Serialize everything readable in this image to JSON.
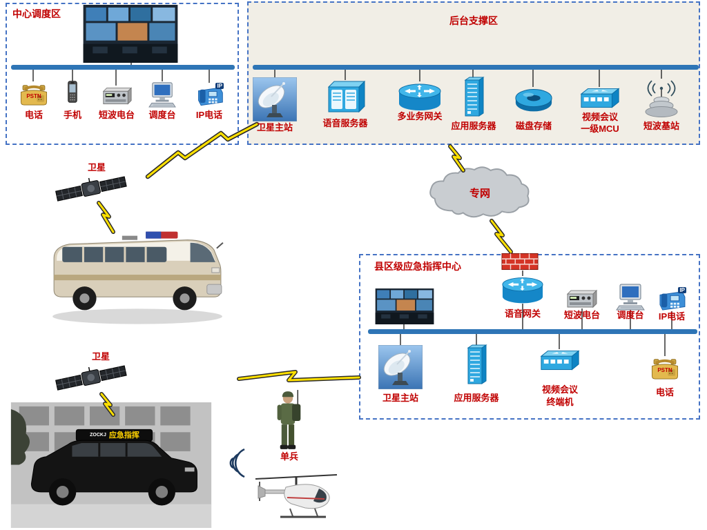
{
  "zones": {
    "central": {
      "title": "中心调度区",
      "devices": [
        {
          "label": "电话"
        },
        {
          "label": "手机"
        },
        {
          "label": "短波电台"
        },
        {
          "label": "调度台"
        },
        {
          "label": "IP电话"
        }
      ]
    },
    "backend": {
      "title": "后台支撑区",
      "devices": [
        {
          "label": "卫星主站"
        },
        {
          "label": "语音服务器"
        },
        {
          "label": "多业务网关"
        },
        {
          "label": "应用服务器"
        },
        {
          "label": "磁盘存储"
        },
        {
          "label": "视频会议",
          "label2": "一级MCU"
        },
        {
          "label": "短波基站"
        }
      ]
    },
    "county": {
      "title": "县区级应急指挥中心",
      "top_devices": [
        {
          "label": "语音网关"
        },
        {
          "label": "短波电台"
        },
        {
          "label": "调度台"
        },
        {
          "label": "IP电话"
        }
      ],
      "bottom_devices": [
        {
          "label": "卫星主站"
        },
        {
          "label": "应用服务器"
        },
        {
          "label": "视频会议",
          "label2": "终端机"
        },
        {
          "label": "电话"
        }
      ]
    }
  },
  "labels": {
    "satellite1": "卫星",
    "satellite2": "卫星",
    "private_network": "专网",
    "soldier": "单兵"
  },
  "icon_text": {
    "pstn": "PSTN",
    "ip": "IP",
    "vehicle_brand": "ZOCKJ",
    "vehicle_title": "应急指挥"
  },
  "colors": {
    "label_red": "#c00000",
    "bus_blue": "#2e75b6",
    "zone_border": "#4472c4",
    "bolt_yellow": "#ffe000"
  }
}
